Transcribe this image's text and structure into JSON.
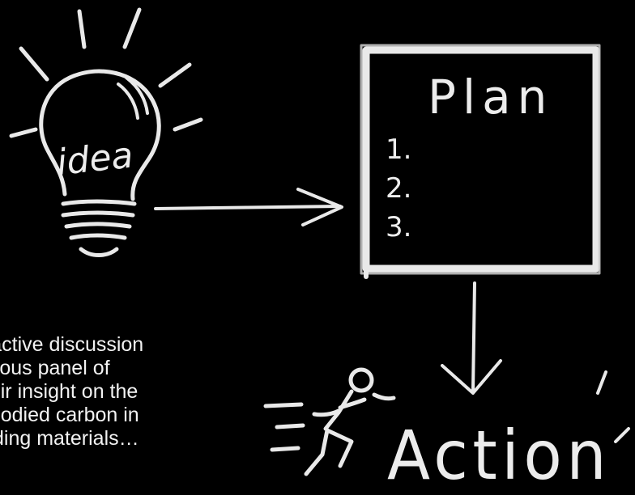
{
  "diagram": {
    "idea_label": "idea",
    "plan_label": "Plan",
    "plan_steps": [
      "1.",
      "2.",
      "3."
    ],
    "action_label": "Action",
    "chalk_color": "#e9e9e9",
    "background_color": "#000000"
  },
  "caption": {
    "lines": [
      "eractive discussion",
      "strious panel of",
      "their insight on the",
      "mbodied carbon in",
      "uilding materials…"
    ]
  }
}
